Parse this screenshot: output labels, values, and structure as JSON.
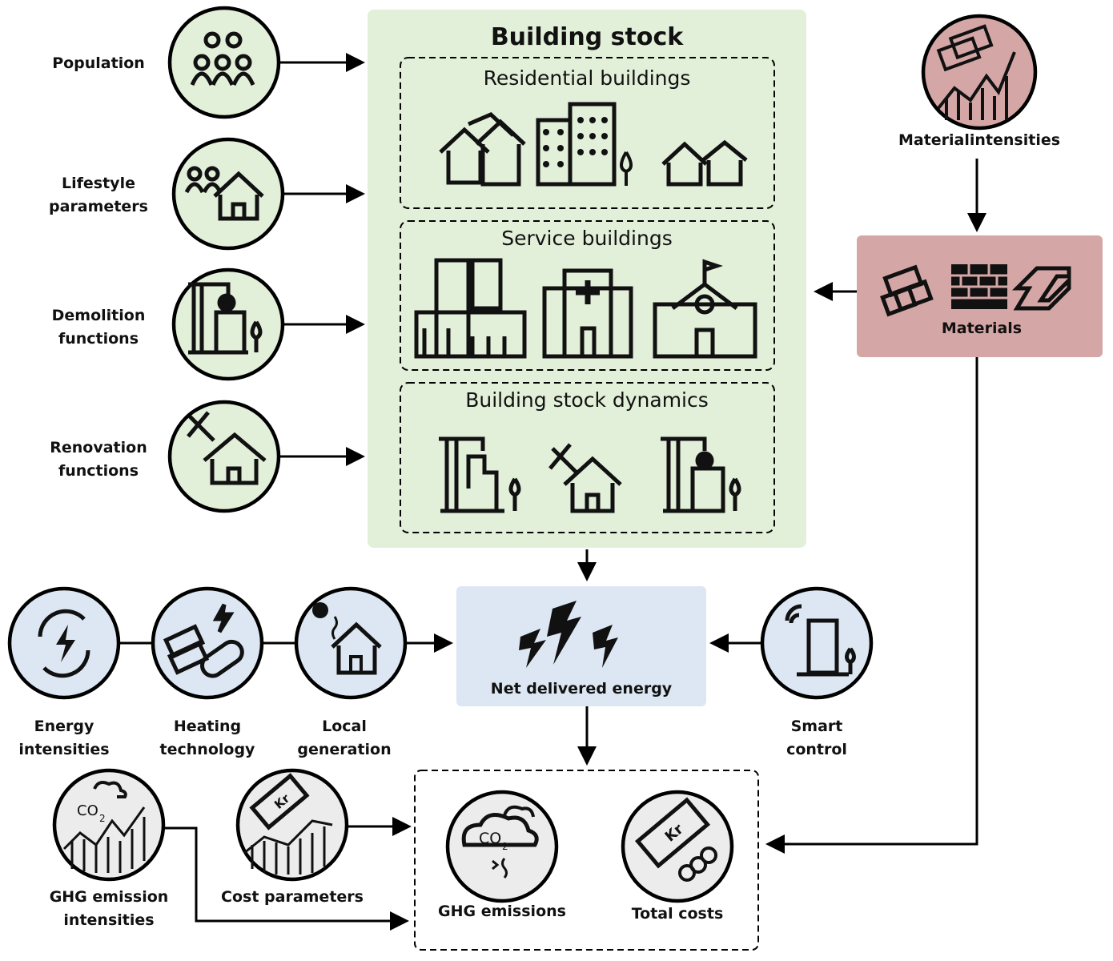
{
  "building_stock": {
    "title": "Building stock",
    "residential": "Residential buildings",
    "service": "Service buildings",
    "dynamics": "Building stock dynamics"
  },
  "inputs_left": [
    {
      "line1": "Population",
      "line2": "",
      "icon": "people-icon"
    },
    {
      "line1": "Lifestyle",
      "line2": "parameters",
      "icon": "people-house-icon"
    },
    {
      "line1": "Demolition",
      "line2": "functions",
      "icon": "demolition-crane-icon"
    },
    {
      "line1": "Renovation",
      "line2": "functions",
      "icon": "tools-house-icon"
    }
  ],
  "materials": {
    "intensities_label": "Materialintensities",
    "box_label": "Materials"
  },
  "energy": {
    "box_label": "Net delivered energy",
    "inputs": [
      {
        "line1": "Energy",
        "line2": "intensities"
      },
      {
        "line1": "Heating",
        "line2": "technology"
      },
      {
        "line1": "Local",
        "line2": "generation"
      },
      {
        "line1": "Smart",
        "line2": "control"
      }
    ]
  },
  "outputs": {
    "ghg_intensities": {
      "line1": "GHG emission",
      "line2": "intensities",
      "co2": "CO",
      "sub": "2"
    },
    "cost_parameters": {
      "line1": "Cost parameters",
      "currency": "Kr"
    },
    "ghg_emissions": {
      "label": "GHG emissions",
      "co2": "CO",
      "sub": "2"
    },
    "total_costs": {
      "label": "Total costs",
      "currency": "Kr"
    }
  },
  "colors": {
    "building_stock_bg": "#e2efd9",
    "energy_bg": "#dce7f3",
    "materials_bg": "#d5a6a6",
    "output_bg": "#ececec"
  }
}
